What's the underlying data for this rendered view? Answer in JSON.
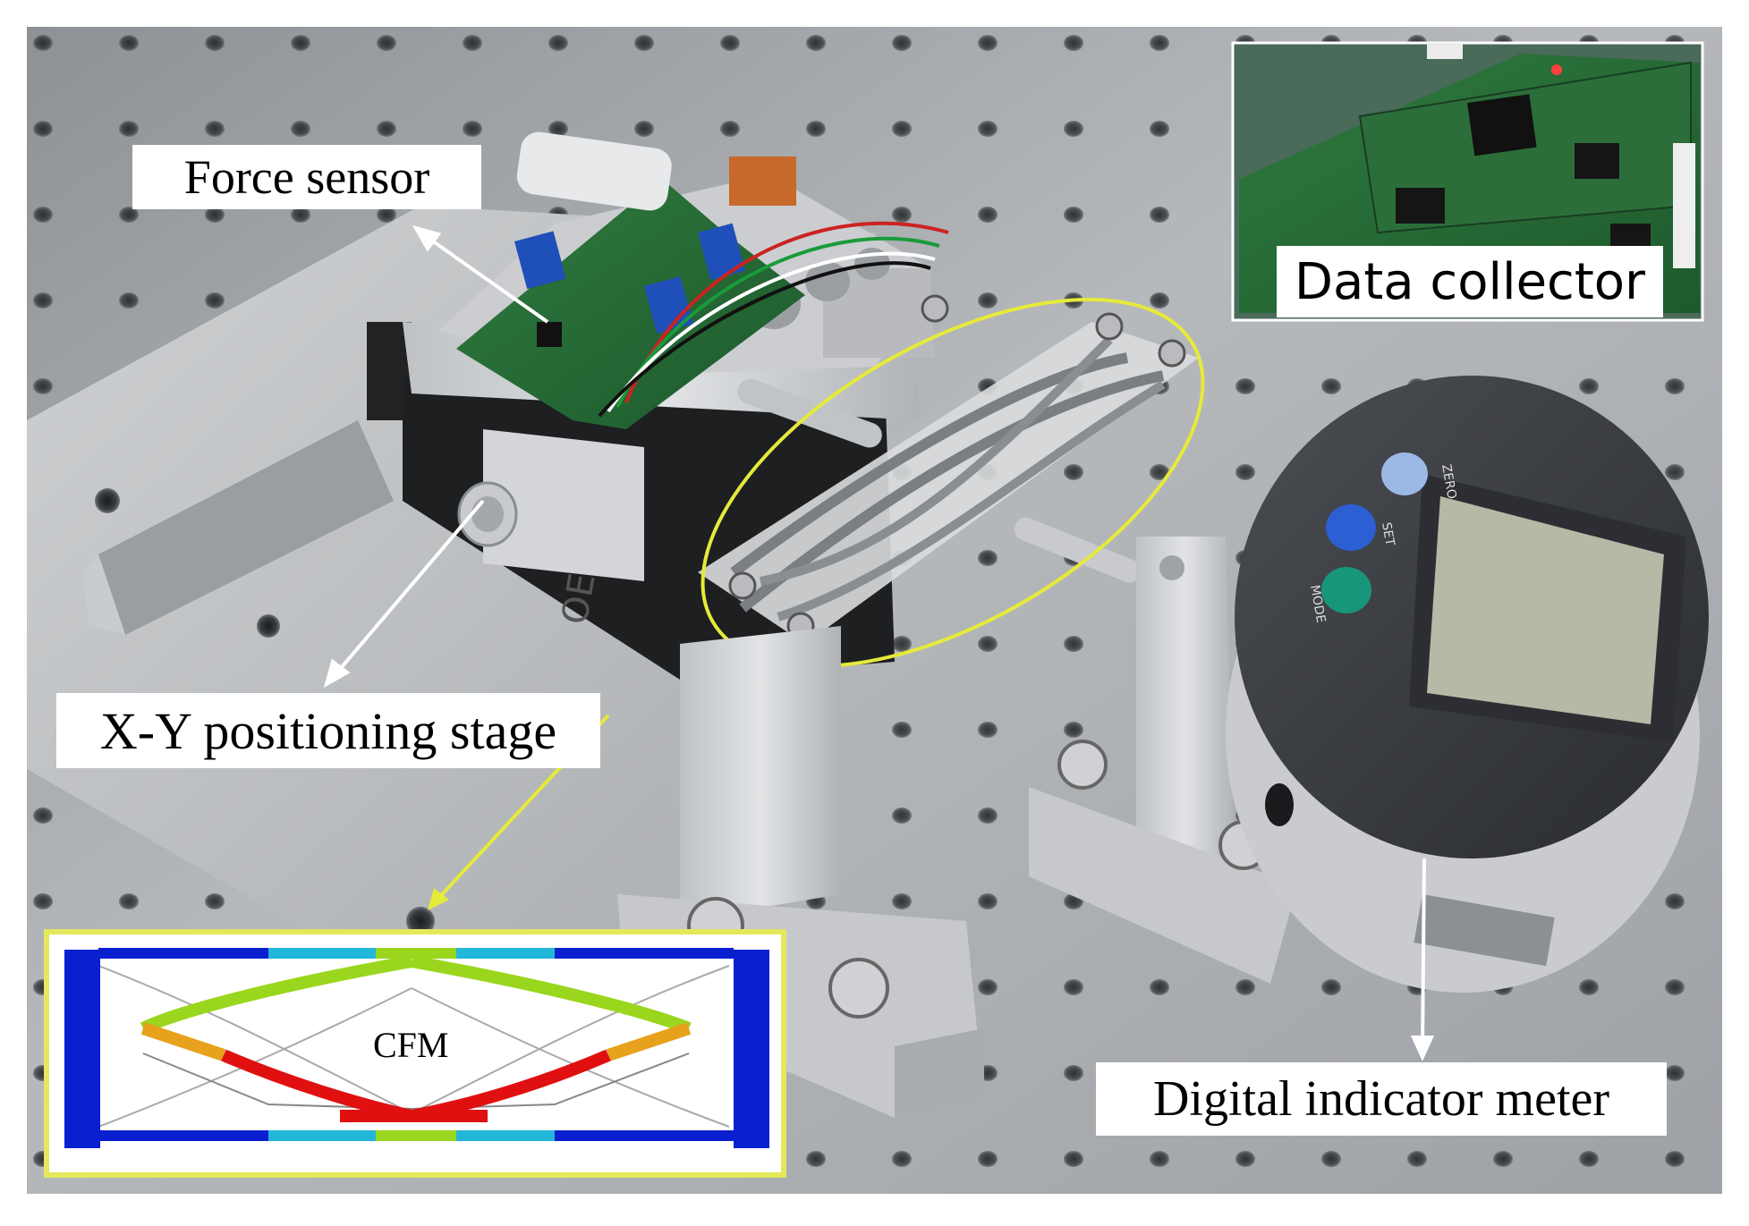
{
  "labels": {
    "force_sensor": "Force sensor",
    "xy_stage": "X-Y positioning stage",
    "data_collector": "Data collector",
    "digital_indicator": "Digital indicator meter",
    "cfm": "CFM"
  },
  "indicator_buttons": {
    "zero": "ZERO",
    "set": "SET",
    "mode": "MODE"
  },
  "colors": {
    "annotation_line": "#ffffff",
    "highlight_ellipse": "#e6ea3a",
    "inset_border": "#e4e85a",
    "fea_blue": "#0a1fcf",
    "fea_red": "#e01010"
  }
}
